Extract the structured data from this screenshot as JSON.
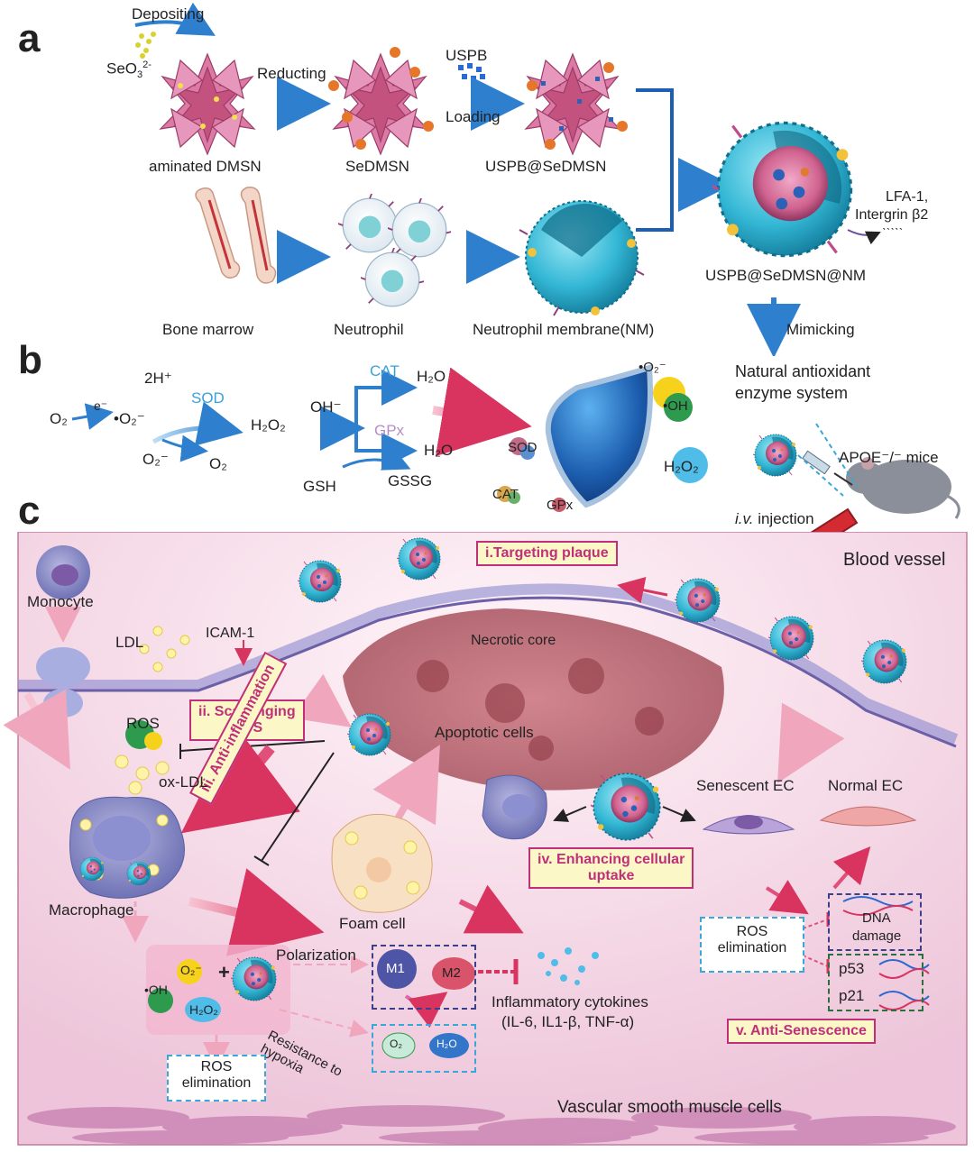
{
  "panels": {
    "a": "a",
    "b": "b",
    "c": "c"
  },
  "panel_a": {
    "depositing": "Depositing",
    "seo3": "SeO",
    "seo3_sub": "3",
    "seo3_sup": "2-",
    "reducting": "Reducting",
    "uspb": "USPB",
    "loading": "Loading",
    "aminated_dmsn": "aminated DMSN",
    "sedmsn": "SeDMSN",
    "uspb_sedmsn": "USPB@SeDMSN",
    "bone_marrow": "Bone marrow",
    "neutrophil": "Neutrophil",
    "neutrophil_membrane": "Neutrophil membrane(NM)",
    "final_product": "USPB@SeDMSN@NM",
    "lfa1": "LFA-1,",
    "integrin": "Intergrin β2",
    "mimicking": "Mimicking",
    "natural_enzyme_1": "Natural antioxidant",
    "natural_enzyme_2": "enzyme system"
  },
  "panel_b": {
    "two_h": "2H⁺",
    "sod": "SOD",
    "o2": "O₂",
    "e": "e⁻",
    "o2_rad": "•O₂⁻",
    "o2_minus": "O₂⁻",
    "o2_out": "O₂",
    "h2o2": "H₂O₂",
    "oh_minus": "OH⁻",
    "cat": "CAT",
    "gpx": "GPx",
    "h2o_1": "H₂O",
    "h2o_2": "H₂O",
    "gsh": "GSH",
    "gssg": "GSSG",
    "shield_o2": "•O₂⁻",
    "shield_oh": "•OH",
    "shield_h2o2": "H₂O₂",
    "shield_sod": "SOD",
    "shield_cat": "CAT",
    "shield_gpx": "GPx",
    "apoe": "APOE⁻/⁻ mice",
    "iv_italic": "i.v.",
    "injection": "injection"
  },
  "panel_c": {
    "blood_vessel": "Blood vessel",
    "monocyte": "Monocyte",
    "ldl": "LDL",
    "icam": "ICAM-1",
    "necrotic_core": "Necrotic core",
    "apoptotic_cells": "Apoptotic cells",
    "ros": "ROS",
    "ox_ldl": "ox-LDL",
    "macrophage": "Macrophage",
    "foam_cell": "Foam cell",
    "senescent_ec": "Senescent EC",
    "normal_ec": "Normal EC",
    "dna_damage_1": "DNA",
    "dna_damage_2": "damage",
    "ros_elim_right_1": "ROS",
    "ros_elim_right_2": "elimination",
    "p53": "p53",
    "p21": "p21",
    "polarization": "Polarization",
    "m1": "M1",
    "m2": "M2",
    "inflammatory_1": "Inflammatory cytokines",
    "inflammatory_2": "(IL-6, IL1-β, TNF-α)",
    "resistance_1": "Resistance to",
    "resistance_2": "hypoxia",
    "ros_elim_left_1": "ROS",
    "ros_elim_left_2": "elimination",
    "o2_small": "O₂",
    "h2o_small": "H₂O",
    "o2_rad_small": "O₂⁻",
    "oh_small": "•OH",
    "h2o2_small": "H₂O₂",
    "plus": "+",
    "vsmc": "Vascular smooth muscle cells",
    "step_i": "i.Targeting plaque",
    "step_ii_1": "ii. Scavenging",
    "step_ii_2": "ROS",
    "step_iii": "iii. Anti-inflammation",
    "step_iv_1": "iv. Enhancing cellular",
    "step_iv_2": "uptake",
    "step_v": "v. Anti-Senescence"
  },
  "colors": {
    "arrow_blue": "#3a8fd6",
    "arrow_pink": "#e0507a",
    "panel_c_bg": "#f4dbe8",
    "label_box_fill": "#fbf7c6",
    "label_box_border": "#c0307a",
    "nanoparticle": "#34b8d6",
    "particle_core": "#d96a9a"
  },
  "icons": [
    "nanoparticle-icon",
    "neutrophil-icon",
    "bone-icon",
    "shield-icon",
    "mouse-icon",
    "syringe-icon",
    "macrophage-icon",
    "foam-cell-icon",
    "dna-icon"
  ]
}
